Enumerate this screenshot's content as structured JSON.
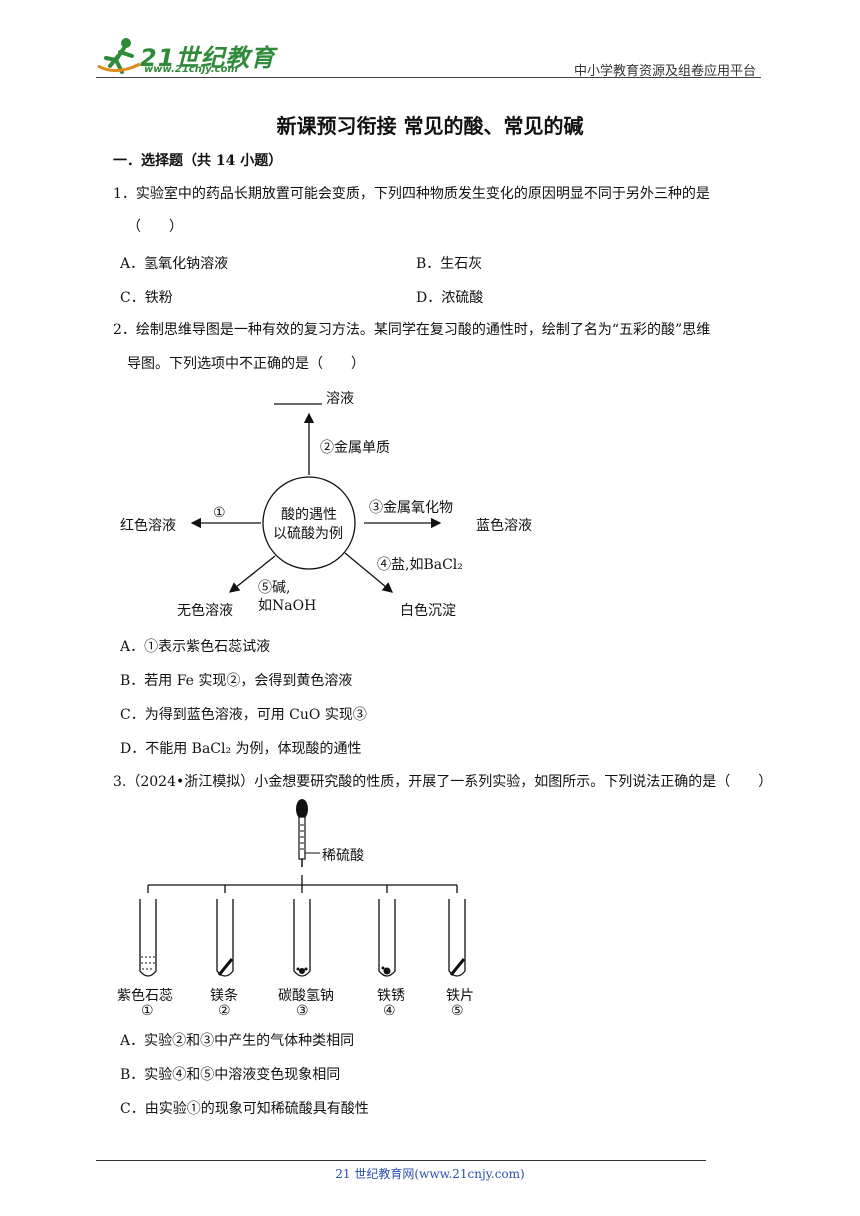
{
  "header": {
    "logo_text": "21世纪教育",
    "logo_url": "www.21cnjy.com",
    "platform": "中小学教育资源及组卷应用平台"
  },
  "title": "新课预习衔接 常见的酸、常见的碱",
  "section": "一．选择题（共 14 小题）",
  "q1": {
    "line1": "1．实验室中的药品长期放置可能会变质，下列四种物质发生变化的原因明显不同于另外三种的是",
    "line2": "（　　）",
    "options": [
      "A．氢氧化钠溶液",
      "B．生石灰",
      "C．铁粉",
      "D．浓硫酸"
    ]
  },
  "q2": {
    "line1": "2．绘制思维导图是一种有效的复习方法。某同学在复习酸的通性时，绘制了名为“五彩的酸”思维",
    "line2": "导图。下列选项中不正确的是（　　）",
    "diagram": {
      "center_line1": "酸的遇性",
      "center_line2": "以硫酸为例",
      "top_label": "溶液",
      "top_arrow": "②金属单质",
      "left_result": "红色溶液",
      "left_arrow": "①",
      "right_arrow": "③金属氧化物",
      "right_result": "蓝色溶液",
      "br_arrow": "④盐,如BaCl₂",
      "br_result": "白色沉淀",
      "bl_arrow_1": "⑤碱,",
      "bl_arrow_2": "如NaOH",
      "bl_result": "无色溶液"
    },
    "options": [
      "A．①表示紫色石蕊试液",
      "B．若用 Fe 实现②，会得到黄色溶液",
      "C．为得到蓝色溶液，可用 CuO 实现③",
      "D．不能用 BaCl₂ 为例，体现酸的通性"
    ]
  },
  "q3": {
    "line1": "3.（2024•浙江模拟）小金想要研究酸的性质，开展了一系列实验，如图所示。下列说法正确的是（　　）",
    "reagent": "稀硫酸",
    "tubes": [
      {
        "name": "紫色石蕊",
        "num": "①"
      },
      {
        "name": "镁条",
        "num": "②"
      },
      {
        "name": "碳酸氢钠",
        "num": "③"
      },
      {
        "name": "铁锈",
        "num": "④"
      },
      {
        "name": "铁片",
        "num": "⑤"
      }
    ],
    "options": [
      "A．实验②和③中产生的气体种类相同",
      "B．实验④和⑤中溶液变色现象相同",
      "C．由实验①的现象可知稀硫酸具有酸性"
    ]
  },
  "footer": "21 世纪教育网(www.21cnjy.com)"
}
